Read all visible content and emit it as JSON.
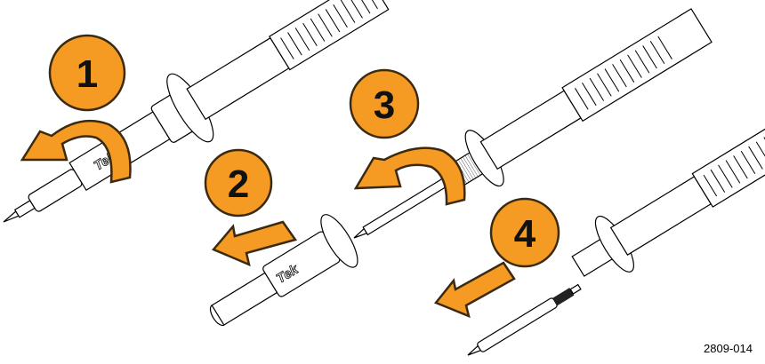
{
  "figure": {
    "steps": [
      "1",
      "2",
      "3",
      "4"
    ],
    "brand_mark": "Tek",
    "figure_id": "2809-014",
    "accent_color": "#F59A23"
  }
}
